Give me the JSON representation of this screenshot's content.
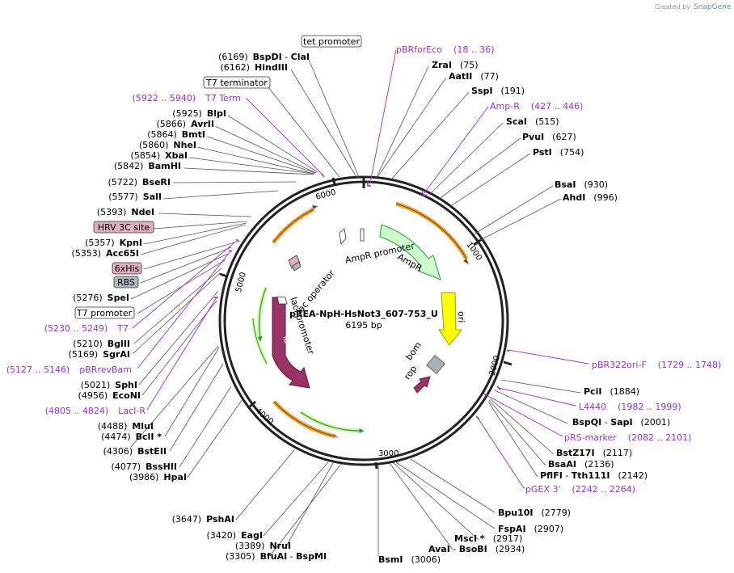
{
  "branding": {
    "created_by": "Created by",
    "app": "SnapGene"
  },
  "plasmid": {
    "name": "pREA-NpH-HsNot3_607-753_U",
    "length": "6195 bp"
  },
  "ticks": [
    "1000",
    "2000",
    "3000",
    "4000",
    "5000",
    "6000"
  ],
  "enzymes_right": [
    {
      "name": "ZraI",
      "pos": "(75)"
    },
    {
      "name": "AatII",
      "pos": "(77)"
    },
    {
      "name": "SspI",
      "pos": "(191)"
    },
    {
      "name": "ScaI",
      "pos": "(515)"
    },
    {
      "name": "PvuI",
      "pos": "(627)"
    },
    {
      "name": "PstI",
      "pos": "(754)"
    },
    {
      "name": "BsaI",
      "pos": "(930)"
    },
    {
      "name": "AhdI",
      "pos": "(996)"
    },
    {
      "name": "PciI",
      "pos": "(1884)"
    },
    {
      "name": "BspQI",
      "sep": " - ",
      "name2": "SapI",
      "pos": "(2001)"
    },
    {
      "name": "BstZ17I",
      "pos": "(2117)"
    },
    {
      "name": "BsaAI",
      "pos": "(2136)"
    },
    {
      "name": "PflFI",
      "sep": " - ",
      "name2": "Tth111I",
      "pos": "(2142)"
    },
    {
      "name": "Bpu10I",
      "pos": "(2779)"
    },
    {
      "name": "FspAI",
      "pos": "(2907)"
    },
    {
      "name": "MscI *",
      "pos": "(2917)"
    },
    {
      "name": "AvaI",
      "sep": " - ",
      "name2": "BsoBI",
      "pos": "(2934)"
    },
    {
      "name": "BsmI",
      "pos": "(3006)"
    }
  ],
  "enzymes_left": [
    {
      "pos": "(6169)",
      "name": "BspDI",
      "sep": " - ",
      "name2": "ClaI"
    },
    {
      "pos": "(6162)",
      "name": "HindIII"
    },
    {
      "pos": "(5925)",
      "name": "BlpI"
    },
    {
      "pos": "(5866)",
      "name": "AvrII"
    },
    {
      "pos": "(5864)",
      "name": "BmtI"
    },
    {
      "pos": "(5860)",
      "name": "NheI"
    },
    {
      "pos": "(5854)",
      "name": "XbaI"
    },
    {
      "pos": "(5842)",
      "name": "BamHI"
    },
    {
      "pos": "(5722)",
      "name": "BseRI"
    },
    {
      "pos": "(5577)",
      "name": "SalI"
    },
    {
      "pos": "(5393)",
      "name": "NdeI"
    },
    {
      "pos": "(5357)",
      "name": "KpnI"
    },
    {
      "pos": "(5353)",
      "name": "Acc65I"
    },
    {
      "pos": "(5276)",
      "name": "SpeI"
    },
    {
      "pos": "(5210)",
      "name": "BglII"
    },
    {
      "pos": "(5169)",
      "name": "SgrAI"
    },
    {
      "pos": "(5021)",
      "name": "SphI"
    },
    {
      "pos": "(4956)",
      "name": "EcoNI"
    },
    {
      "pos": "(4488)",
      "name": "MluI"
    },
    {
      "pos": "(4474)",
      "name": "BclI *"
    },
    {
      "pos": "(4306)",
      "name": "BstEII"
    },
    {
      "pos": "(4077)",
      "name": "BssHII"
    },
    {
      "pos": "(3986)",
      "name": "HpaI"
    },
    {
      "pos": "(3647)",
      "name": "PshAI"
    },
    {
      "pos": "(3420)",
      "name": "EagI"
    },
    {
      "pos": "(3389)",
      "name": "NruI"
    },
    {
      "pos": "(3305)",
      "name": "BfuAI",
      "sep": " - ",
      "name2": "BspMI"
    }
  ],
  "primers": [
    {
      "name": "pBRforEco",
      "range": "(18 .. 36)"
    },
    {
      "name": "Amp-R",
      "range": "(427 .. 446)"
    },
    {
      "name": "pBR322ori-F",
      "range": "(1729 .. 1748)"
    },
    {
      "name": "L4440",
      "range": "(1982 .. 1999)"
    },
    {
      "name": "pRS-marker",
      "range": "(2082 .. 2101)"
    },
    {
      "name": "pGEX 3'",
      "range": "(2242 .. 2264)"
    },
    {
      "range": "(5922 .. 5940)",
      "name": "T7 Term"
    },
    {
      "range": "(5230 .. 5249)",
      "name": "T7"
    },
    {
      "range": "(5127 .. 5146)",
      "name": "pBRrevBam"
    },
    {
      "range": "(4805 .. 4824)",
      "name": "LacI-R"
    }
  ],
  "feature_boxes": [
    "tet promoter",
    "T7 terminator",
    "HRV 3C site",
    "6xHis",
    "RBS",
    "T7 promoter"
  ],
  "feature_labels": {
    "ampr_promoter": "AmpR promoter",
    "ampr": "AmpR",
    "ori": "ori",
    "bom": "bom",
    "rop": "rop",
    "lac_operator": "lac operator",
    "laci_promoter": "lacI promoter",
    "laci": "lacI"
  },
  "colors": {
    "primer": "#9933cc",
    "ampr": "#ccffcc",
    "ori": "#ffff00",
    "laci": "#993366",
    "rop": "#993366",
    "bom": "#aab0b8",
    "orange": "#f0a030",
    "green": "#339933",
    "pink_box": "#e0b0c0",
    "gray_box": "#b0b8c0"
  }
}
